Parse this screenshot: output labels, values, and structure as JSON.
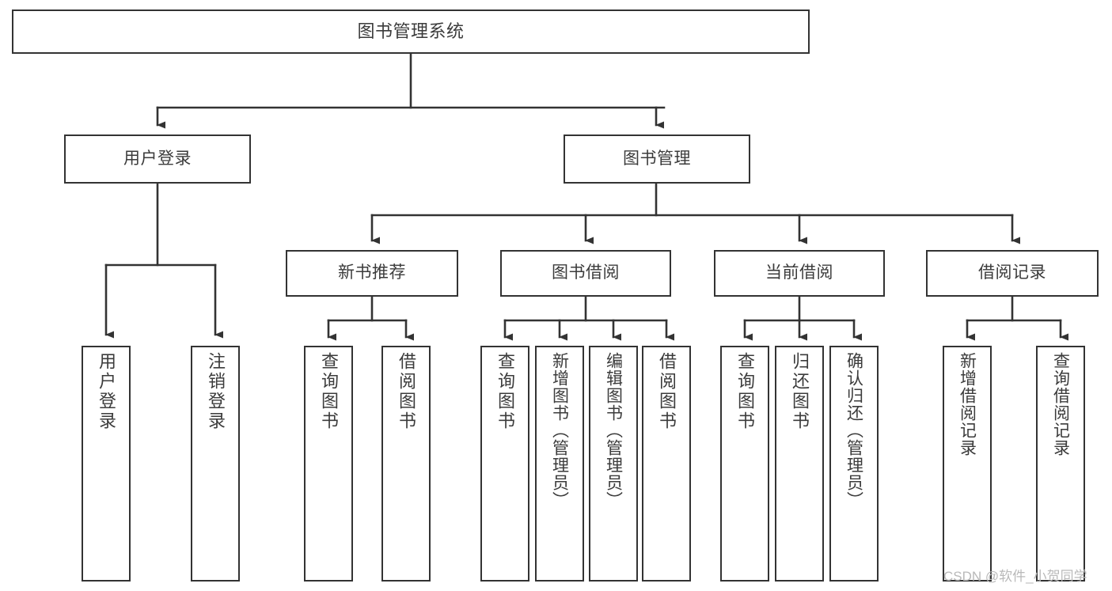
{
  "diagram": {
    "title": "图书管理系统",
    "type": "tree-hierarchy",
    "root": {
      "label": "图书管理系统"
    },
    "level2": [
      {
        "label": "用户登录"
      },
      {
        "label": "图书管理"
      }
    ],
    "level3": [
      {
        "label": "新书推荐"
      },
      {
        "label": "图书借阅"
      },
      {
        "label": "当前借阅"
      },
      {
        "label": "借阅记录"
      }
    ],
    "leaves": {
      "user_login": [
        {
          "label": "用户登录"
        },
        {
          "label": "注销登录"
        }
      ],
      "new_book_recommend": [
        {
          "label": "查询图书"
        },
        {
          "label": "借阅图书"
        }
      ],
      "book_borrow": [
        {
          "label": "查询图书"
        },
        {
          "label": "新增图书（管理员）"
        },
        {
          "label": "编辑图书（管理员）"
        },
        {
          "label": "借阅图书"
        }
      ],
      "current_borrow": [
        {
          "label": "查询图书"
        },
        {
          "label": "归还图书"
        },
        {
          "label": "确认归还（管理员）"
        }
      ],
      "borrow_record": [
        {
          "label": "新增借阅记录"
        },
        {
          "label": "查询借阅记录"
        }
      ]
    }
  },
  "watermark": {
    "text": "CSDN @软件_小贺同学"
  },
  "colors": {
    "stroke": "#333333",
    "box_fill": "#ffffff",
    "text": "#3b3b3b",
    "watermark": "#b9b9b9",
    "background": "#ffffff"
  }
}
